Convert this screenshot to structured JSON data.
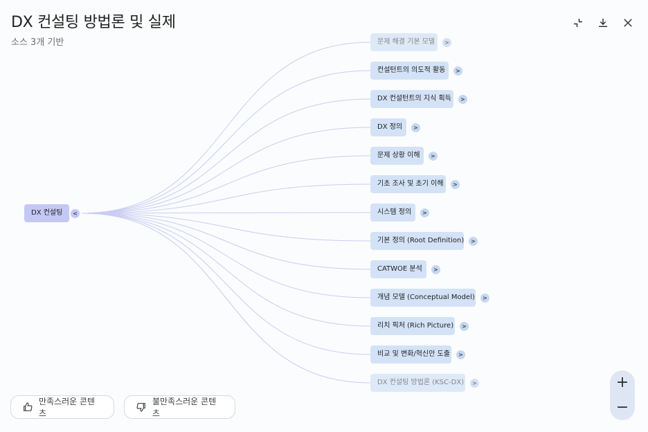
{
  "header": {
    "title": "DX 컨설팅 방법론 및 실제",
    "subtitle": "소스 3개 기반",
    "actions": [
      "collapse-icon",
      "download-icon",
      "close-icon"
    ]
  },
  "mindmap": {
    "root": {
      "label": "DX 컨설팅",
      "toggle": "<"
    },
    "children": [
      {
        "label": "문제 해결 기본 모델",
        "toggle": ">"
      },
      {
        "label": "컨설턴트의 의도적 활동",
        "toggle": ">"
      },
      {
        "label": "DX 컨설턴트의 지식 획득",
        "toggle": ">"
      },
      {
        "label": "DX 정의",
        "toggle": ">"
      },
      {
        "label": "문제 상황 이해",
        "toggle": ">"
      },
      {
        "label": "기초 조사 및 초기 이해",
        "toggle": ">"
      },
      {
        "label": "시스템 정의",
        "toggle": ">"
      },
      {
        "label": "기본 정의 (Root Definition)",
        "toggle": ">"
      },
      {
        "label": "CATWOE 분석",
        "toggle": ">"
      },
      {
        "label": "개념 모델 (Conceptual Model)",
        "toggle": ">"
      },
      {
        "label": "리치 픽처 (Rich Picture)",
        "toggle": ">"
      },
      {
        "label": "비교 및 변화/혁신안 도출",
        "toggle": ">"
      },
      {
        "label": "DX 컨설팅 방법론 (KSC-DX)",
        "toggle": ">"
      }
    ]
  },
  "feedback": {
    "positive": "만족스러운 콘텐츠",
    "negative": "불만족스러운 콘텐츠"
  },
  "zoom": {
    "in": "+",
    "out": "−"
  },
  "colors": {
    "node": "#d3e2f6",
    "root_node": "#c4c8f4",
    "edge": "#c9ccf3"
  }
}
